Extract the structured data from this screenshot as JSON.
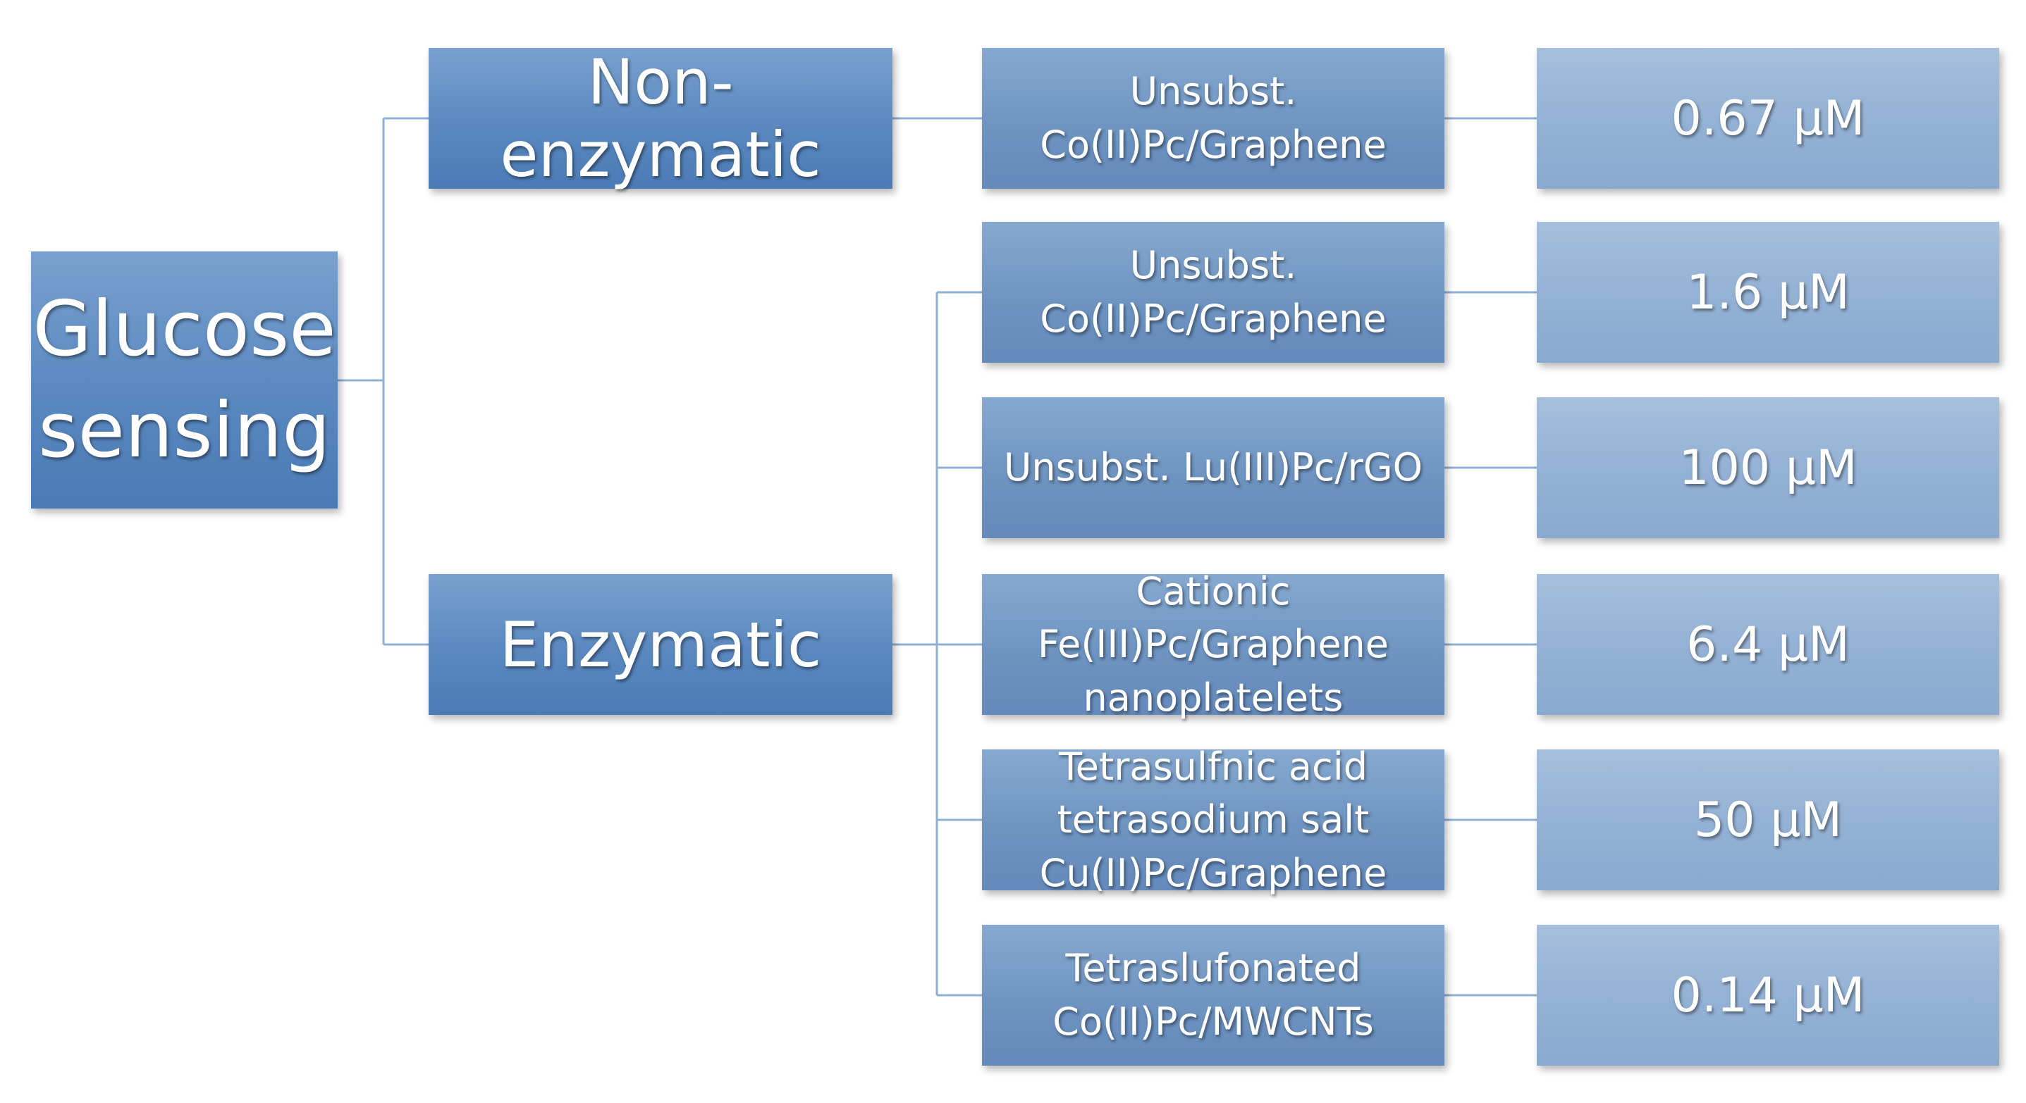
{
  "root": {
    "label": "Glucose\nsensing"
  },
  "categories": [
    {
      "label": "Non-enzymatic"
    },
    {
      "label": "Enzymatic"
    }
  ],
  "materials": [
    {
      "label": "Unsubst.\nCo(II)Pc/Graphene"
    },
    {
      "label": "Unsubst.\nCo(II)Pc/Graphene"
    },
    {
      "label": "Unsubst. Lu(III)Pc/rGO"
    },
    {
      "label": "Cationic\nFe(III)Pc/Graphene\nnanoplatelets"
    },
    {
      "label": "Tetrasulfnic acid\ntetrasodium salt\nCu(II)Pc/Graphene"
    },
    {
      "label": "Tetraslufonated\nCo(II)Pc/MWCNTs"
    }
  ],
  "detection_limits": [
    {
      "label": "0.67 μM"
    },
    {
      "label": "1.6 μM"
    },
    {
      "label": "100 μM"
    },
    {
      "label": "6.4 μM"
    },
    {
      "label": "50 μM"
    },
    {
      "label": "0.14 μM"
    }
  ],
  "colors": {
    "level1": "#5a88bf",
    "level2": "#6e94c1",
    "level3": "#93b1d4",
    "connector": "#8fb0d3"
  }
}
